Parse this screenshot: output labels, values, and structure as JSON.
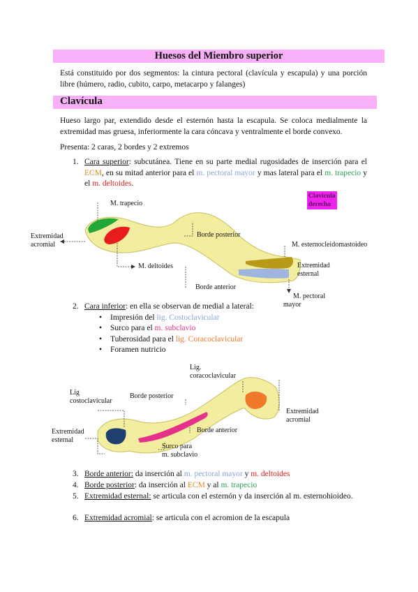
{
  "title": "Huesos del Miembro superior",
  "intro": "Está constituido por dos segmentos: la cintura pectoral (clavícula y escapula) y una porción libre (húmero, radio, cubito, carpo, metacarpo y falanges)",
  "section": "Clavícula",
  "desc": "Hueso largo par, extendido desde el esternón hasta la escapula. Se coloca medialmente la extremidad mas gruesa, inferiormente la cara cóncava y ventralmente el borde convexo.",
  "presenta": "Presenta: 2 caras, 2 bordes y 2 extremos",
  "item1": {
    "num": "1.",
    "label": "Cara superior",
    "t1": ": subcutánea. Tiene en su parte medial rugosidades de inserción para el ",
    "ecm": "ECM",
    "t2": ", en su mitad anterior para el ",
    "pect": "m. pectoral mayor",
    "t3": " y mas lateral para el ",
    "trap": "m. trapecio",
    "t4": " y el ",
    "delt": "m. deltoides",
    "t5": "."
  },
  "diagram1": {
    "badge_l1": "Clavícula",
    "badge_l2": "derecha",
    "m_trapecio": "M. trapecio",
    "ext_acromial_l1": "Extremidad",
    "ext_acromial_l2": "acromial",
    "borde_posterior": "Borde posterior",
    "m_ecm": "M. esternocleidomastoideo",
    "m_deltoides": "M. deltoides",
    "ext_esternal_l1": "Extremidad",
    "ext_esternal_l2": "esternal",
    "borde_anterior": "Borde anterior",
    "m_pectoral_l1": "M. pectoral",
    "m_pectoral_l2": "mayor"
  },
  "item2": {
    "num": "2.",
    "label": "Cara inferior",
    "t1": ": en ella se observan de medial a lateral:",
    "b1a": "Impresión del ",
    "b1b": "lig. Costoclavicular",
    "b2a": "Surco para el ",
    "b2b": "m. subclavio",
    "b3a": "Tuberosidad para el ",
    "b3b": "lig. Coracoclavicular",
    "b4": "Foramen nutricio"
  },
  "diagram2": {
    "lig_cor_l1": "Lig.",
    "lig_cor_l2": "coracoclavicular",
    "lig_cos_l1": "Lig",
    "lig_cos_l2": "costoclavicular",
    "borde_posterior": "Borde posterior",
    "ext_acromial_l1": "Extremidad",
    "ext_acromial_l2": "acromial",
    "borde_anterior": "Borde anterior",
    "ext_esternal_l1": "Extremidad",
    "ext_esternal_l2": "esternal",
    "surco_l1": "Surco para",
    "surco_l2": "m. subclavio"
  },
  "item3": {
    "num": "3.",
    "label": "Borde anterior:",
    "t1": " da inserción al ",
    "pect": "m. pectoral mayor",
    "t2": " y ",
    "delt": "m. deltoides"
  },
  "item4": {
    "num": "4.",
    "label": "Borde posterior",
    "t1": ": da inserción al ",
    "ecm": "ECM",
    "t2": " y al ",
    "trap": "m. trapecio"
  },
  "item5": {
    "num": "5.",
    "label": "Extremidad esternal:",
    "t1": " se articula con el esternón y da inserción al m. esternohioideo."
  },
  "item6": {
    "num": "6.",
    "label": "Extremidad acromial",
    "t1": ": se articula con el acromion de la escapula"
  }
}
